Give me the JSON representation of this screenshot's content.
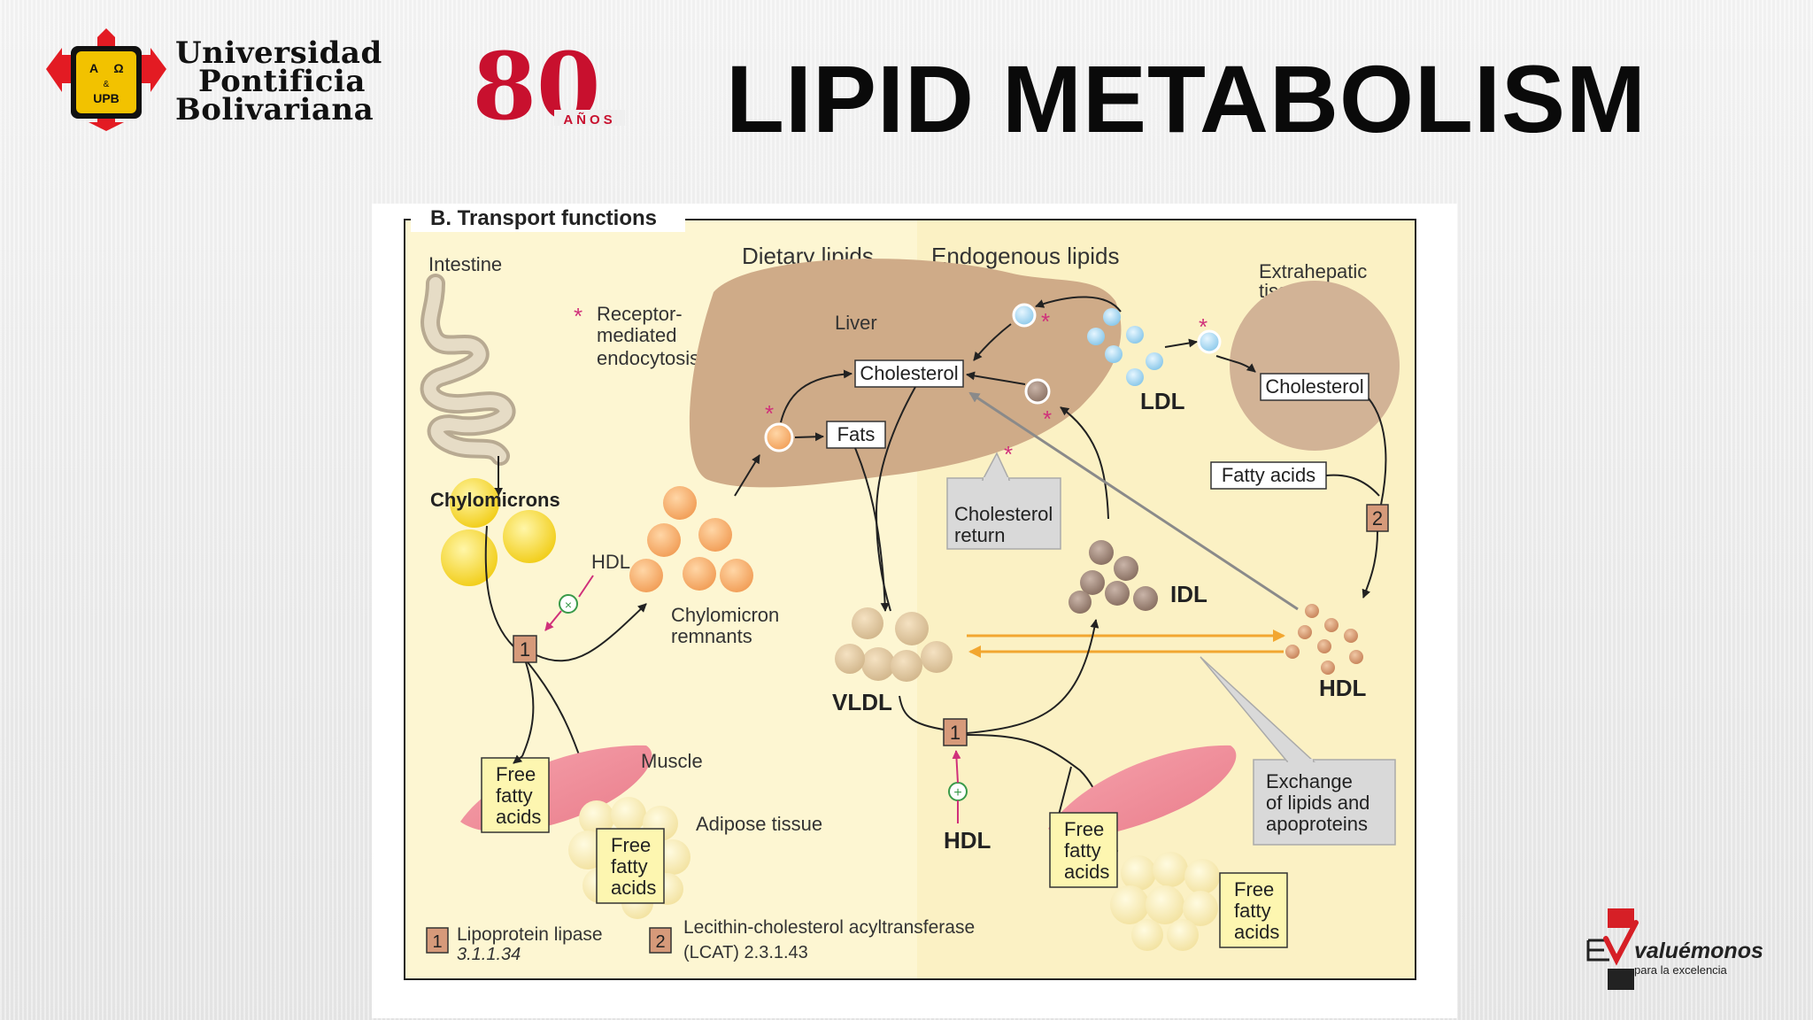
{
  "header": {
    "university_lines": [
      "Universidad",
      "Pontificia",
      "Bolivariana"
    ],
    "crest_letters": {
      "top_left": "A",
      "top_right": "Ω",
      "middle": "&",
      "bottom": "UPB"
    },
    "anniversary_number": "80",
    "anniversary_word": "AÑOS",
    "title": "LIPID METABOLISM"
  },
  "diagram": {
    "section_title": "B. Transport functions",
    "labels": {
      "intestine": "Intestine",
      "dietary_lipids": "Dietary lipids",
      "endogenous_lipids": "Endogenous lipids",
      "extrahepatic_tissues": [
        "Extrahepatic",
        "tissues"
      ],
      "receptor_mediated": [
        "Receptor-",
        "mediated",
        "endocytosis"
      ],
      "liver": "Liver",
      "chylomicrons": "Chylomicrons",
      "hdl": "HDL",
      "chylomicron_remnants": [
        "Chylomicron",
        "remnants"
      ],
      "vldl": "VLDL",
      "ldl": "LDL",
      "idl": "IDL",
      "muscle": "Muscle",
      "adipose_tissue": "Adipose tissue"
    },
    "boxes": {
      "cholesterol": "Cholesterol",
      "fats": "Fats",
      "fatty_acids": "Fatty acids",
      "cholesterol_return": [
        "Cholesterol",
        "return"
      ],
      "exchange": [
        "Exchange",
        "of lipids and",
        "apoproteins"
      ],
      "free_fatty_acids": [
        "Free",
        "fatty",
        "acids"
      ]
    },
    "markers": {
      "asterisk": "*",
      "enzyme_1": "1",
      "enzyme_2": "2",
      "minus_sign": "×",
      "plus_sign": "+"
    },
    "legend": [
      {
        "num": "1",
        "name": "Lipoprotein lipase",
        "code": "3.1.1.34"
      },
      {
        "num": "2",
        "name": "Lecithin-cholesterol acyltransferase",
        "code": "(LCAT) 2.3.1.43"
      }
    ]
  },
  "footer": {
    "brand_name": "valuémonos",
    "tagline": "para la excelencia"
  },
  "colors": {
    "upb_red": "#e31b23",
    "upb_gold": "#f2c200",
    "anniversary_red": "#c8102e",
    "left_panel": "#fdf6d2",
    "right_panel": "#fbf1c4",
    "liver": "#cfab88",
    "tissue": "#d2b396",
    "enzyme_box": "#d69a7a",
    "callout_gray": "#d9d9d9",
    "asterisk": "#d0307a",
    "hdl_arrow": "#f2a630"
  }
}
